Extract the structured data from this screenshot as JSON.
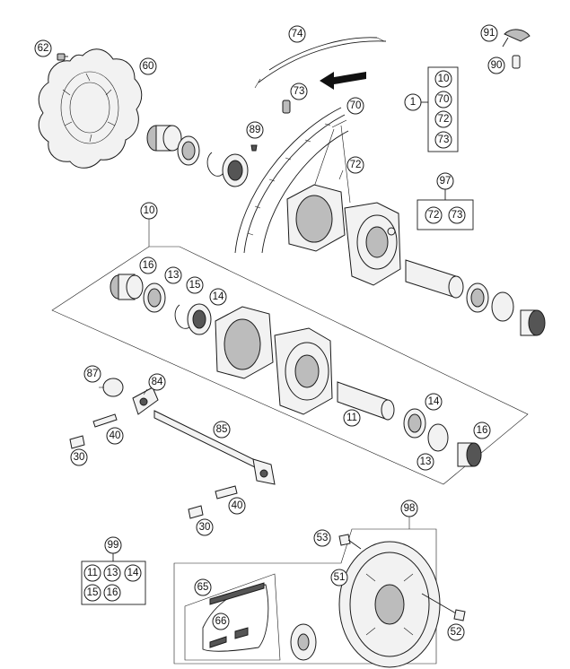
{
  "callouts": {
    "c62": "62",
    "c60": "60",
    "c74": "74",
    "c91": "91",
    "c90": "90",
    "c73a": "73",
    "c70a": "70",
    "c89": "89",
    "c72a": "72",
    "c1": "1",
    "c10a": "10",
    "c70b": "70",
    "c72b": "72",
    "c73b": "73",
    "c97": "97",
    "c72c": "72",
    "c73c": "73",
    "c10b": "10",
    "c16a": "16",
    "c13a": "13",
    "c15a": "15",
    "c14a": "14",
    "c87": "87",
    "c84": "84",
    "c85": "85",
    "c40a": "40",
    "c30a": "30",
    "c11": "11",
    "c14b": "14",
    "c16b": "16",
    "c13b": "13",
    "c40b": "40",
    "c30b": "30",
    "c98": "98",
    "c53": "53",
    "c51": "51",
    "c52": "52",
    "c65": "65",
    "c66": "66",
    "c99": "99",
    "c11b": "11",
    "c13c": "13",
    "c14c": "14",
    "c15b": "15",
    "c16c": "16"
  },
  "colors": {
    "ink": "#1a1a1a",
    "part_fill": "#f2f2f2",
    "dark_part": "#555555"
  }
}
